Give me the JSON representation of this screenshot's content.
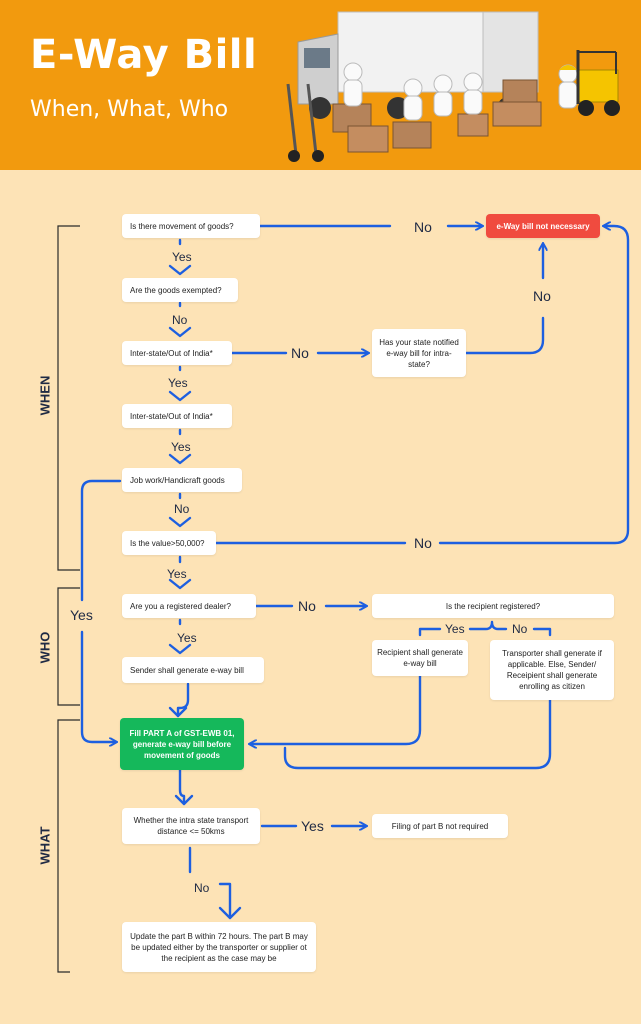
{
  "header": {
    "title": "E-Way Bill",
    "subtitle": "When, What, Who"
  },
  "sections": {
    "when": "WHEN",
    "who": "WHO",
    "what": "WHAT"
  },
  "nodes": {
    "movement": "Is there movement of goods?",
    "not_necessary": "e-Way bill not necessary",
    "exempted": "Are the goods exempted?",
    "interstate1": "Inter-state/Out of India*",
    "state_notified": "Has your state notified e-way bill for intra-state?",
    "interstate2": "Inter-state/Out of India*",
    "jobwork": "Job work/Handicraft goods",
    "value": "Is the value>50,000?",
    "registered": "Are you a registered dealer?",
    "recipient_registered": "Is the recipient registered?",
    "sender_generate": "Sender shall generate e-way bill",
    "recipient_generate": "Recipient shall generate e-way bill",
    "transporter_generate": "Transporter shall generate if applicable. Else, Sender/ Receipient shall generate enrolling as citizen",
    "fill_part_a": "Fill PART A of GST-EWB 01, generate e-way bill before movement of goods",
    "distance": "Whether the intra state transport distance <= 50kms",
    "part_b_not_required": "Filing of part B not required",
    "update_part_b": "Update the part B within 72 hours. The part B may be updated either by the transporter or supplier ot the recipient as the case may be"
  },
  "labels": {
    "yes": "Yes",
    "no": "No"
  },
  "colors": {
    "header_bg": "#f29a0e",
    "page_bg": "#fde3b6",
    "arrow": "#1d5fe0",
    "red_box": "#f04b3f",
    "green_box": "#15b85b"
  }
}
